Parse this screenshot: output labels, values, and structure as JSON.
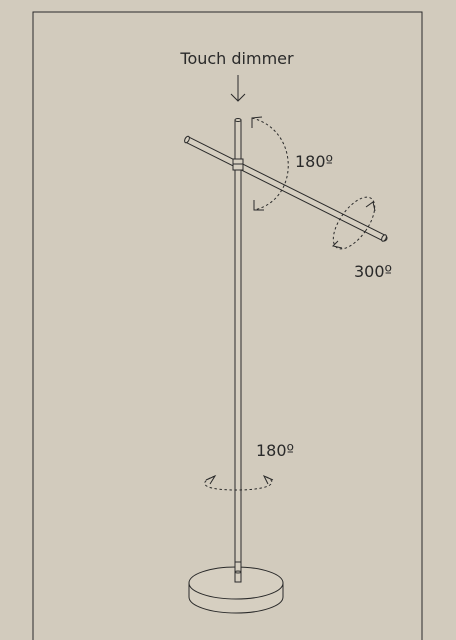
{
  "labels": {
    "touch_dimmer": "Touch dimmer",
    "arm_rotation": "180º",
    "arm_spin": "300º",
    "pole_rotation": "180º"
  },
  "colors": {
    "background": "#d2cbbd",
    "frame": "#2a2a2a",
    "line": "#2a2a2a",
    "fill": "#d6cfc1"
  }
}
